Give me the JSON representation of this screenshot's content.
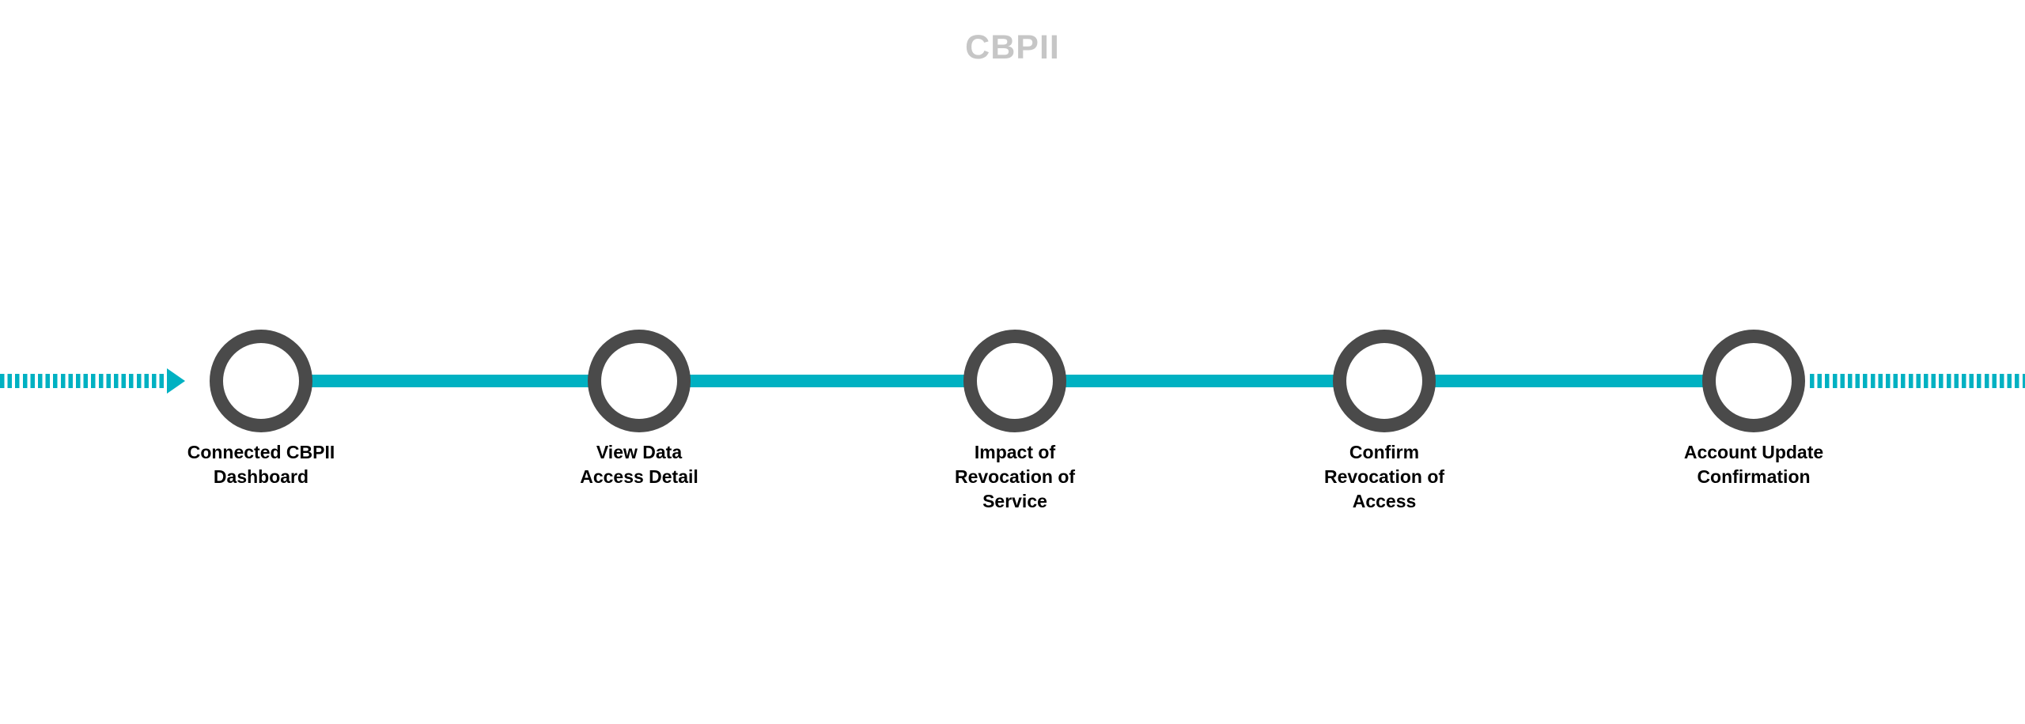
{
  "title": "CBPII",
  "colors": {
    "accent-teal": "#00b1c2",
    "node-ring-gray": "#4a4a4a",
    "title-gray": "#c6c6c6",
    "label-black": "#000000"
  },
  "timeline": {
    "steps": [
      {
        "label": "Connected CBPII\nDashboard"
      },
      {
        "label": "View Data\nAccess Detail"
      },
      {
        "label": "Impact of\nRevocation of\nService"
      },
      {
        "label": "Confirm\nRevocation of\nAccess"
      },
      {
        "label": "Account Update\nConfirmation"
      }
    ]
  }
}
